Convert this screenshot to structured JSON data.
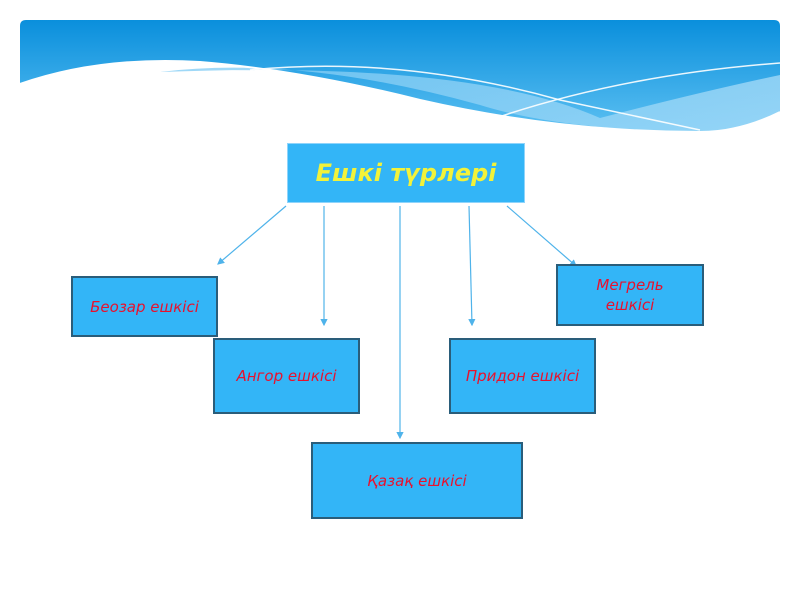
{
  "diagram": {
    "root": {
      "label": "Ешкі түрлері"
    },
    "children": [
      {
        "id": "beozar",
        "label": "Беозар ешкісі"
      },
      {
        "id": "angor",
        "label": "Ангор ешкісі"
      },
      {
        "id": "kazak",
        "label": "Қазақ ешкісі"
      },
      {
        "id": "pridon",
        "label": "Придон ешкісі"
      },
      {
        "id": "megrel",
        "label": "Мегрель ешкісі"
      }
    ]
  },
  "colors": {
    "box_fill": "#33b5f7",
    "box_border": "#2a5d7a",
    "root_text": "#f2f23a",
    "child_text": "#e8112d",
    "arrow": "#4fb3ea",
    "banner_top": "#0a8fdc"
  }
}
